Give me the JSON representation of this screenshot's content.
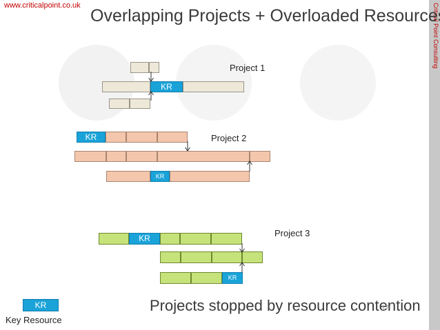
{
  "header": {
    "website": "www.criticalpoint.co.uk",
    "title": "Overlapping Projects + Overloaded Resources",
    "side_brand": "Critical Point Consulting"
  },
  "projects": [
    {
      "label": "Project 1",
      "kr_label": "KR",
      "color": "#eee8d8"
    },
    {
      "label": "Project 2",
      "kr_labels": [
        "KR",
        "KR"
      ],
      "color": "#f4c7ac"
    },
    {
      "label": "Project 3",
      "kr_labels": [
        "KR",
        "KR"
      ],
      "color": "#c6e27a"
    }
  ],
  "kr_color": "#1aa3d8",
  "caption": "Projects stopped by resource contention",
  "page_number": "17",
  "legend": {
    "kr": "KR",
    "label": "Key Resource"
  }
}
